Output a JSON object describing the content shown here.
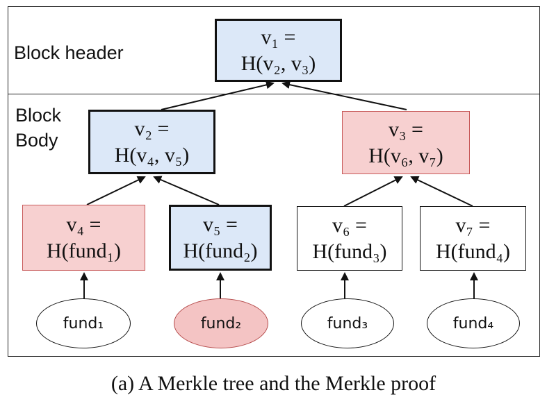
{
  "regions": {
    "header_label": "Block header",
    "body_label_line1": "Block",
    "body_label_line2": "Body"
  },
  "nodes": {
    "v1": {
      "line1": "v₁ =",
      "line2": "H(v₂, v₃)",
      "fill": "blue"
    },
    "v2": {
      "line1": "v₂ =",
      "line2": "H(v₄, v₅)",
      "fill": "blue"
    },
    "v3": {
      "line1": "v₃ =",
      "line2": "H(v₆, v₇)",
      "fill": "pink"
    },
    "v4": {
      "line1": "v₄ =",
      "line2": "H(fund₁)",
      "fill": "pink"
    },
    "v5": {
      "line1": "v₅ =",
      "line2": "H(fund₂)",
      "fill": "blue"
    },
    "v6": {
      "line1": "v₆ =",
      "line2": "H(fund₃)",
      "fill": "white"
    },
    "v7": {
      "line1": "v₇ =",
      "line2": "H(fund₄)",
      "fill": "white"
    }
  },
  "leaves": {
    "fund1": {
      "label": "fund₁",
      "fill": "white"
    },
    "fund2": {
      "label": "fund₂",
      "fill": "pink"
    },
    "fund3": {
      "label": "fund₃",
      "fill": "white"
    },
    "fund4": {
      "label": "fund₄",
      "fill": "white"
    }
  },
  "caption": "(a) A Merkle tree and the Merkle proof",
  "colors": {
    "proof_path_fill": "#dce8f8",
    "sibling_fill": "#f7d0d0",
    "target_leaf_fill": "#f4c4c4",
    "stroke": "#111111"
  }
}
